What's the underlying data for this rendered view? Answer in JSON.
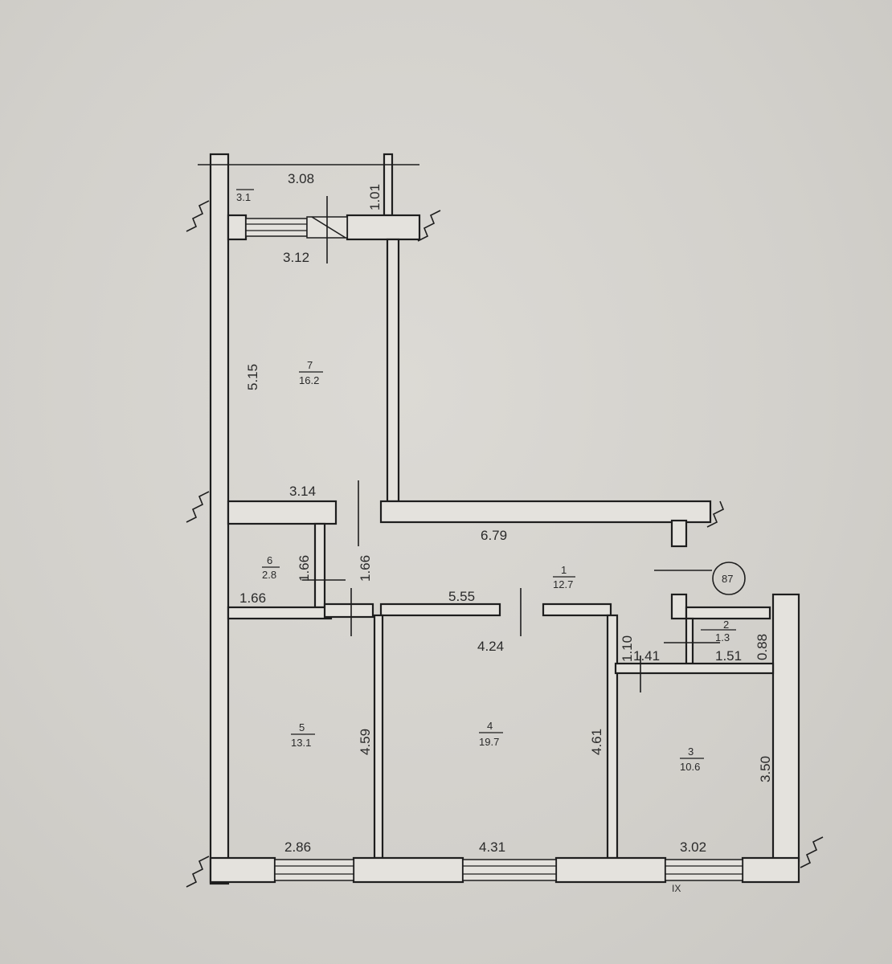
{
  "balcony": {
    "label": "3.1",
    "width_top": "3.08",
    "depth": "1.01",
    "width_bottom": "3.12"
  },
  "rooms": [
    {
      "id": "room-7",
      "number": "7",
      "area": "16.2"
    },
    {
      "id": "room-6",
      "number": "6",
      "area": "2.8"
    },
    {
      "id": "room-1",
      "number": "1",
      "area": "12.7"
    },
    {
      "id": "room-5",
      "number": "5",
      "area": "13.1"
    },
    {
      "id": "room-4",
      "number": "4",
      "area": "19.7"
    },
    {
      "id": "room-2",
      "number": "2",
      "area": "1.3"
    },
    {
      "id": "room-3",
      "number": "3",
      "area": "10.6"
    }
  ],
  "dimensions": {
    "room7_height": "5.15",
    "room7_width": "3.14",
    "hall_width": "6.79",
    "room6_v1": "1.66",
    "room6_v2": "1.66",
    "room6_width": "1.66",
    "hall_lower": "5.55",
    "room4_top": "4.24",
    "room5_height": "4.59",
    "room4_height": "4.61",
    "room5_width": "2.86",
    "room4_width": "4.31",
    "room3_width": "3.02",
    "room3_height": "3.50",
    "room2_v": "1.10",
    "room2_w1": "1.41",
    "room2_w2": "1.51",
    "room2_h": "0.88"
  },
  "apartment_number": "87",
  "axis_label": "IX"
}
